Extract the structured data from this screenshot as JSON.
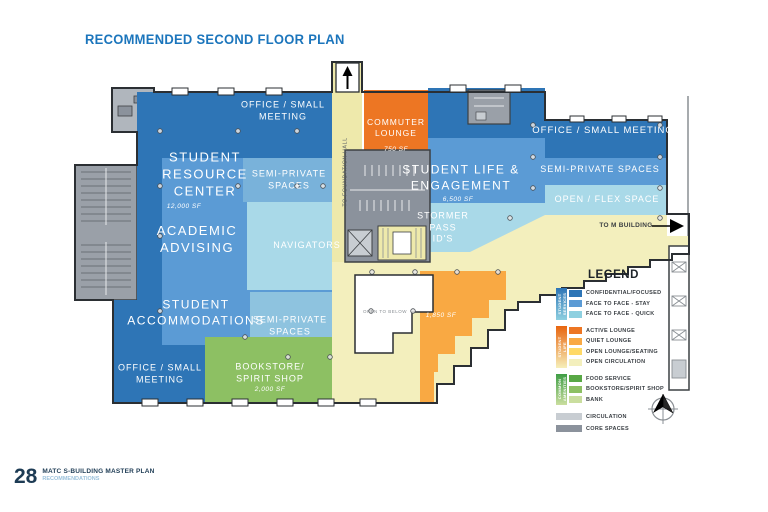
{
  "page": {
    "title": "RECOMMENDED SECOND FLOOR PLAN",
    "footer": {
      "page_number": "28",
      "doc_title": "MATC S-BUILDING MASTER PLAN",
      "doc_subtitle": "RECOMMENDATIONS"
    }
  },
  "zones": {
    "office_small_meeting_top": {
      "label": "OFFICE / SMALL\nMEETING"
    },
    "student_resource_center": {
      "label": "STUDENT\nRESOURCE\nCENTER",
      "sf": "12,000 SF"
    },
    "semi_private_top": {
      "label": "SEMI-PRIVATE\nSPACES"
    },
    "academic_advising": {
      "label": "ACADEMIC\nADVISING"
    },
    "navigators": {
      "label": "NAVIGATORS"
    },
    "student_accommodations": {
      "label": "STUDENT\nACCOMMODATIONS"
    },
    "semi_private_bottom": {
      "label": "SEMI-PRIVATE\nSPACES"
    },
    "office_small_meeting_bottom": {
      "label": "OFFICE / SMALL\nMEETING"
    },
    "bookstore": {
      "label": "BOOKSTORE/\nSPIRIT SHOP",
      "sf": "2,000 SF"
    },
    "commuter_lounge": {
      "label": "COMMUTER\nLOUNGE",
      "sf": "750 SF"
    },
    "student_life": {
      "label": "STUDENT LIFE &\nENGAGEMENT",
      "sf": "6,500 SF"
    },
    "stormer_pass": {
      "label": "STORMER\nPASS\nID'S"
    },
    "office_small_meeting_right": {
      "label": "OFFICE / SMALL MEETING"
    },
    "semi_private_right": {
      "label": "SEMI-PRIVATE SPACES"
    },
    "open_flex": {
      "label": "OPEN / FLEX SPACE"
    },
    "quiet_lounge": {
      "sf": "1,850 SF"
    },
    "open_to_below": {
      "label": "OPEN TO BELOW"
    }
  },
  "annotations": {
    "to_foundation_hall": "TO FOUNDATION HALL",
    "to_m_building": "TO M BUILDING"
  },
  "colors": {
    "confidential_focused": "#2e75b6",
    "face_to_face_stay": "#5b9bd5",
    "face_to_face_quick": "#8ed0e0",
    "active_lounge": "#ed7623",
    "quiet_lounge": "#f9a943",
    "open_lounge_seating": "#ffd966",
    "open_circulation": "#f3efbd",
    "food_service": "#58a845",
    "bookstore_spirit_shop": "#8dc063",
    "bank": "#cade9f",
    "circulation": "#c8cdd2",
    "core_spaces": "#8b929c",
    "title_blue": "#1b75bc"
  },
  "legend": {
    "title": "LEGEND",
    "groups": [
      {
        "name": "STUDENT\nSERVICES",
        "bar_colors": [
          "#2e75b6",
          "#8ed0e0"
        ],
        "items": [
          {
            "label": "CONFIDENTIAL/FOCUSED",
            "color": "#2e75b6"
          },
          {
            "label": "FACE TO FACE - STAY",
            "color": "#5b9bd5"
          },
          {
            "label": "FACE TO FACE - QUICK",
            "color": "#8ed0e0"
          }
        ]
      },
      {
        "name": "STUDENT\nLIFE",
        "bar_colors": [
          "#e8650f",
          "#f6efb9"
        ],
        "items": [
          {
            "label": "ACTIVE LOUNGE",
            "color": "#ed7623"
          },
          {
            "label": "QUIET LOUNGE",
            "color": "#f9a943"
          },
          {
            "label": "OPEN LOUNGE/SEATING",
            "color": "#ffd966"
          },
          {
            "label": "OPEN CIRCULATION",
            "color": "#f3efbd"
          }
        ]
      },
      {
        "name": "COMMON\nAMENITIES",
        "bar_colors": [
          "#3f9e46",
          "#cade9f"
        ],
        "items": [
          {
            "label": "FOOD SERVICE",
            "color": "#58a845"
          },
          {
            "label": "BOOKSTORE/SPIRIT SHOP",
            "color": "#8dc063"
          },
          {
            "label": "BANK",
            "color": "#cade9f"
          }
        ]
      }
    ],
    "singles": [
      {
        "label": "CIRCULATION",
        "color": "#c8cdd2"
      },
      {
        "label": "CORE SPACES",
        "color": "#8b929c"
      }
    ]
  }
}
